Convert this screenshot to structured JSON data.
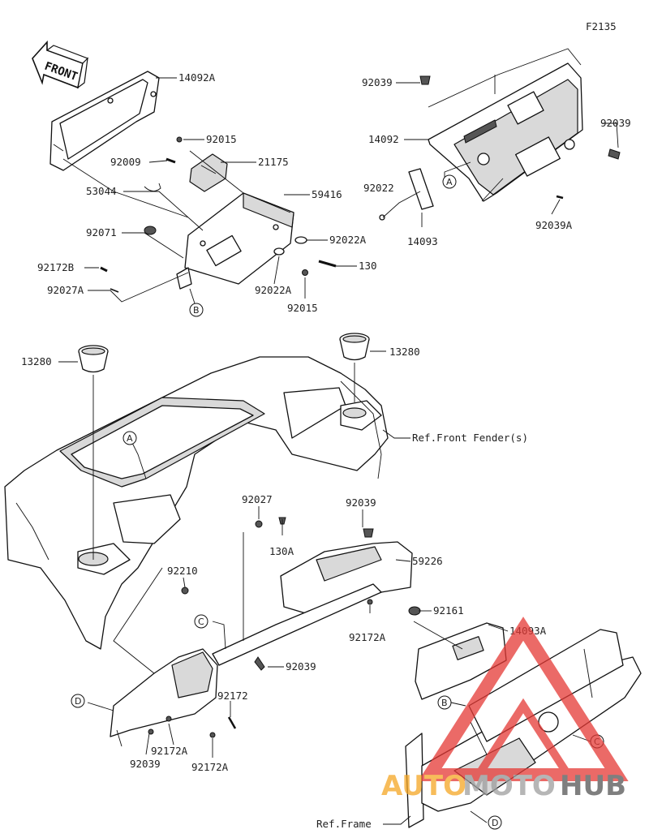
{
  "figure_code": "F2135",
  "front_label": "FRONT",
  "callouts": {
    "A": "A",
    "B": "B",
    "C": "C",
    "D": "D"
  },
  "parts": {
    "p14092A": "14092A",
    "p92015_top": "92015",
    "p92009": "92009",
    "p21175": "21175",
    "p53044": "53044",
    "p59416": "59416",
    "p92071": "92071",
    "p92022A_r": "92022A",
    "p92172B": "92172B",
    "p130": "130",
    "p92027A": "92027A",
    "p92022A_b": "92022A",
    "p92015_b": "92015",
    "p92039_tl": "92039",
    "p92039_tr": "92039",
    "p14092": "14092",
    "p92022": "92022",
    "p14093": "14093",
    "p92039A": "92039A",
    "p13280_l": "13280",
    "p13280_r": "13280",
    "ref_fender": "Ref.Front Fender(s)",
    "p92027": "92027",
    "p92039_m": "92039",
    "p130A": "130A",
    "p59226": "59226",
    "p92210": "92210",
    "p92161": "92161",
    "p92172A_m": "92172A",
    "p14093A": "14093A",
    "p92039_c": "92039",
    "p92172": "92172",
    "p92172A_l": "92172A",
    "p92039_bl": "92039",
    "p92172A_b": "92172A",
    "ref_frame": "Ref.Frame"
  },
  "watermark": {
    "part1": "AUTO",
    "part2": "MOTO",
    "part3": "HUB",
    "color_orange": "#f5a623",
    "color_grey": "#9e9e9e",
    "color_red": "#e53935"
  }
}
